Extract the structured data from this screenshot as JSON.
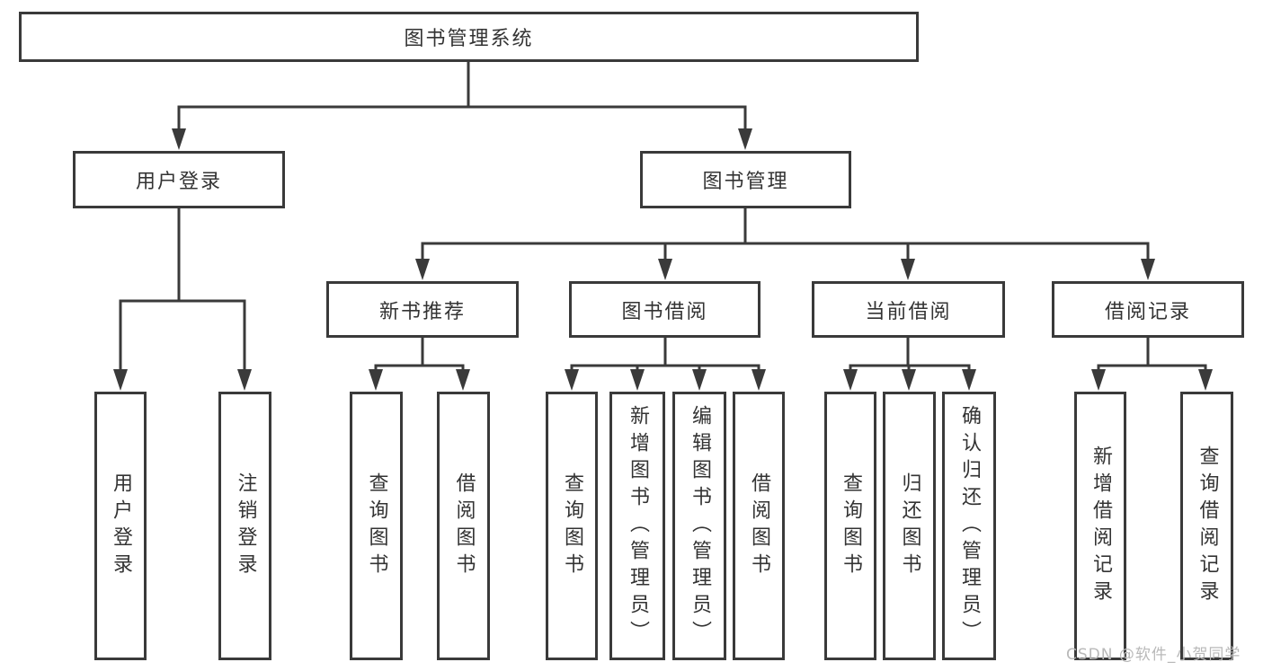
{
  "tree": {
    "root": "图书管理系统",
    "children": [
      {
        "label": "用户登录",
        "children": [
          "用户登录",
          "注销登录"
        ]
      },
      {
        "label": "图书管理",
        "children": [
          {
            "label": "新书推荐",
            "children": [
              "查询图书",
              "借阅图书"
            ]
          },
          {
            "label": "图书借阅",
            "children": [
              "查询图书",
              "新增图书（管理员）",
              "编辑图书（管理员）",
              "借阅图书"
            ]
          },
          {
            "label": "当前借阅",
            "children": [
              "查询图书",
              "归还图书",
              "确认归还（管理员）"
            ]
          },
          {
            "label": "借阅记录",
            "children": [
              "新增借阅记录",
              "查询借阅记录"
            ]
          }
        ]
      }
    ]
  },
  "watermark": "CSDN @软件_小贺同学",
  "colors": {
    "line": "#3a3a3a",
    "text": "#333333",
    "box_background": "#ffffff",
    "page_background": "#ffffff",
    "watermark": "#b9b9b9"
  }
}
